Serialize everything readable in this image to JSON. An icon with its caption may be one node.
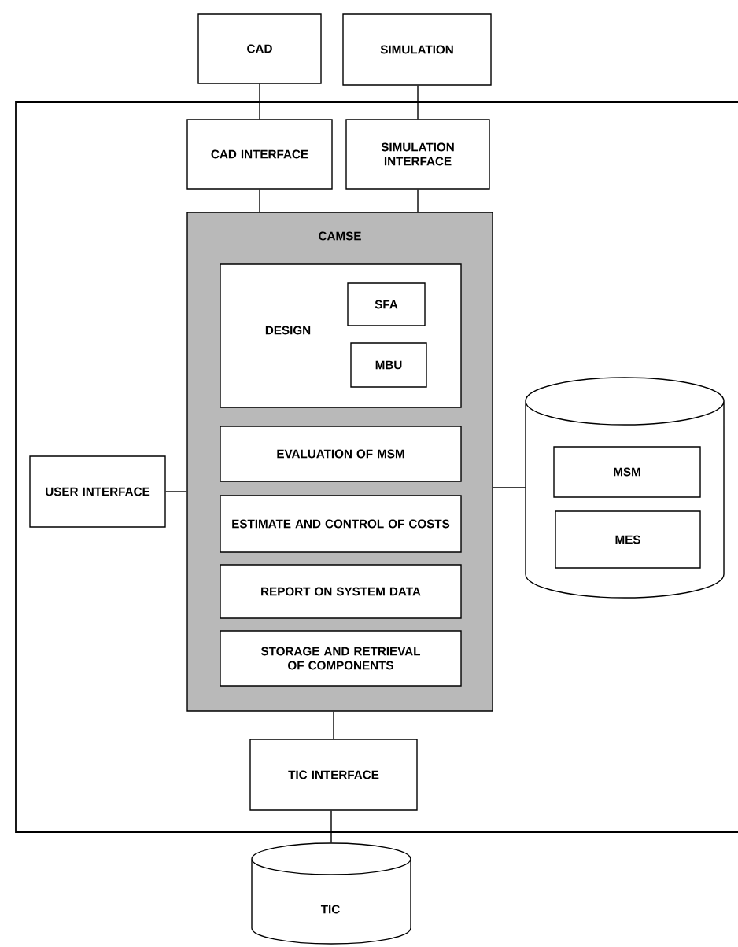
{
  "diagram": {
    "nodes": [
      {
        "text": [],
        "shape": "box"
      },
      {
        "text": [
          "CAD"
        ]
      },
      {
        "text": [
          "SIMULATION"
        ]
      },
      {
        "text": [
          "CAD INTERFACE"
        ],
        "in": 0
      },
      {
        "text": [
          "SIMULATION INTERFACE"
        ],
        "in": 0
      },
      {
        "text": [
          "CAMSE"
        ],
        "in": 0
      },
      {
        "text": [
          "DESIGN"
        ],
        "in": 5
      },
      {
        "text": [
          "SFA"
        ],
        "in": 6
      },
      {
        "text": [
          "MBU"
        ],
        "in": 6
      },
      {
        "text": [
          "EVALUATION OF MSM"
        ],
        "in": 5
      },
      {
        "text": [
          "USER INTERFACE"
        ],
        "in": 0
      },
      {
        "text": [],
        "shape": "cylinder",
        "in": 0
      },
      {
        "text": [
          "MSM"
        ],
        "in": 11
      },
      {
        "text": [
          "MES"
        ],
        "in": 11
      },
      {
        "text": [
          "ESTIMATE AND CONTROL OF COSTS"
        ],
        "in": 5
      },
      {
        "text": [
          "REPORT ON SYSTEM DATA"
        ],
        "in": 5
      },
      {
        "text": [
          "STORAGE AND RETRIEVAL OF COMPONENTS"
        ],
        "in": 5
      },
      {
        "text": [
          "TIC INTERFACE"
        ],
        "in": 0
      },
      {
        "text": [
          "TIC"
        ]
      }
    ],
    "edges": [
      {
        "from": 1,
        "to": 3,
        "arrow": "none"
      },
      {
        "from": 2,
        "to": 4,
        "arrow": "none"
      },
      {
        "from": 3,
        "to": 5,
        "arrow": "none"
      },
      {
        "from": 4,
        "to": 5,
        "arrow": "none"
      },
      {
        "from": 10,
        "to": 5,
        "arrow": "none"
      },
      {
        "from": 5,
        "to": 11,
        "arrow": "none"
      },
      {
        "from": 5,
        "to": 17,
        "arrow": "none"
      },
      {
        "from": 17,
        "to": 18,
        "arrow": "none"
      }
    ]
  }
}
